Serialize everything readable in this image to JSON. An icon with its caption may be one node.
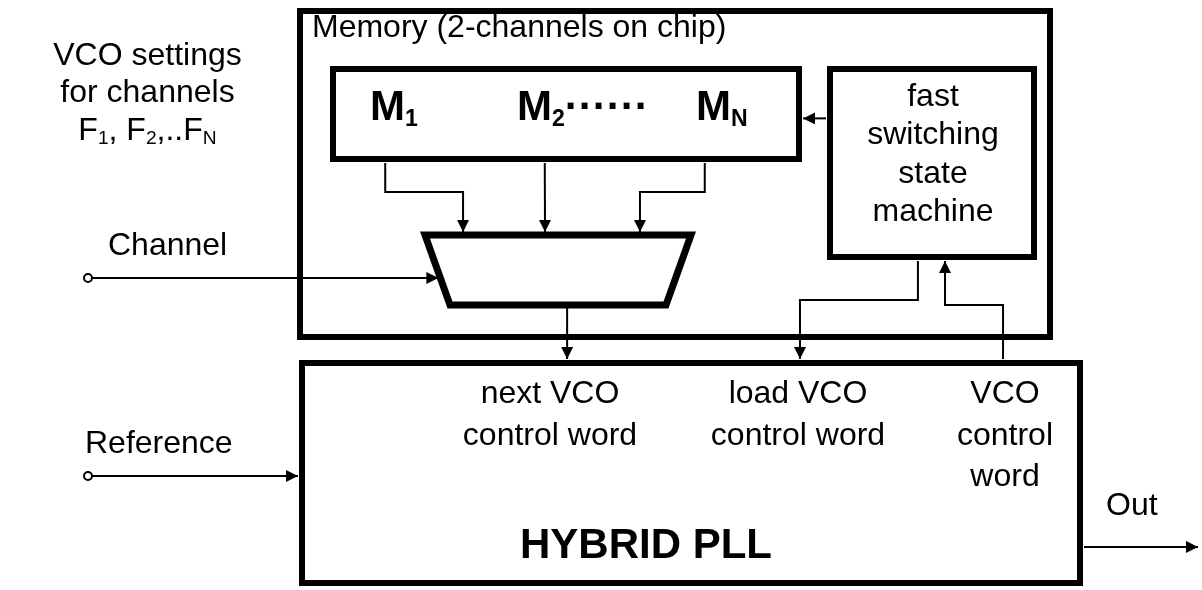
{
  "diagram": {
    "nodes": [
      {
        "text": [
          "Memory (2-channels on chip)"
        ]
      },
      {
        "text": [
          "M$_{1}$",
          "M$_{2}$······",
          "M$_{N}$"
        ],
        "in": 0
      },
      {
        "text": [
          "fast switching state machine"
        ],
        "in": 0
      },
      {
        "text": [],
        "shape": "trapezoid",
        "in": 0
      },
      {
        "text": [
          "next VCO control word",
          "load VCO control word",
          "VCO control word",
          "HYBRID PLL"
        ]
      }
    ],
    "edges": [
      {
        "from": 2,
        "to": 1,
        "arrow": "to"
      },
      {
        "from": 1,
        "to": 3,
        "arrow": "to"
      },
      {
        "from": 1,
        "to": 3,
        "arrow": "to"
      },
      {
        "from": 1,
        "to": 3,
        "arrow": "to"
      },
      {
        "from": 3,
        "to": 4,
        "arrow": "to"
      },
      {
        "from": 2,
        "to": 4,
        "arrow": "to"
      },
      {
        "from": 4,
        "to": 2,
        "arrow": "to"
      },
      {
        "from": null,
        "to": 3,
        "arrow": "to",
        "label": "Channel"
      },
      {
        "from": null,
        "to": 4,
        "arrow": "to",
        "label": "Reference"
      },
      {
        "from": 4,
        "to": null,
        "arrow": "to",
        "label": "Out"
      }
    ],
    "labels": [
      "VCO settings for channels F$_{1}$, F$_{2}$,..F$_{N}$"
    ]
  }
}
